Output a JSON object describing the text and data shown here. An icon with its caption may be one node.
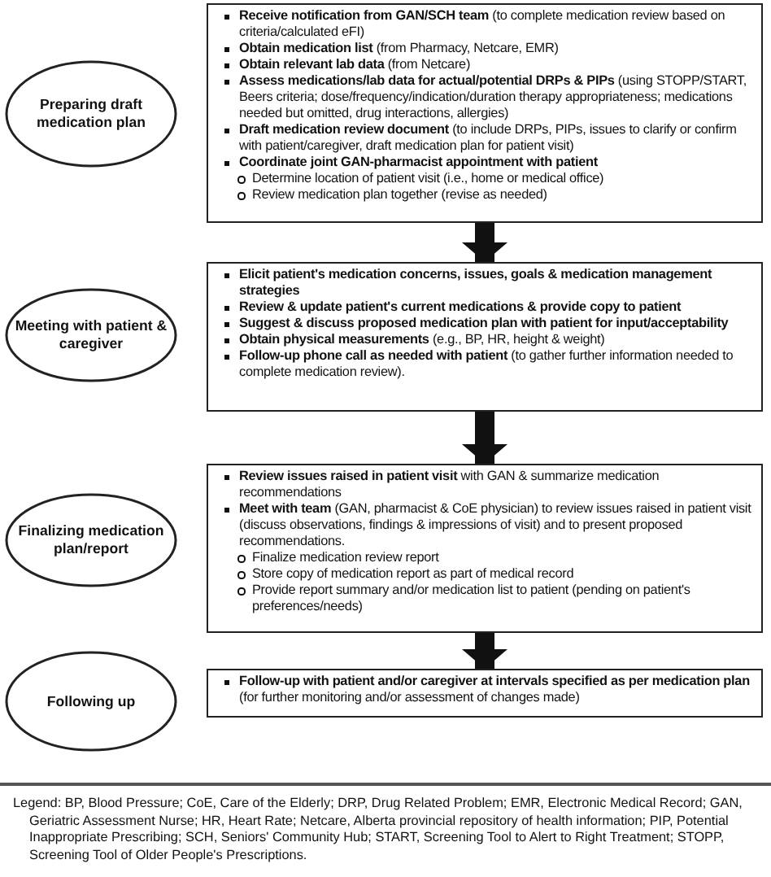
{
  "diagram": {
    "nodes": [
      {
        "text": [
          "Preparing draft medication plan"
        ]
      },
      {
        "text": [
          "**Receive notification from GAN/SCH team** (to complete medication review based on criteria/calculated eFI)",
          "**Obtain medication list** (from Pharmacy, Netcare, EMR)",
          "**Obtain relevant lab data** (from Netcare)",
          "**Assess medications/lab data for actual/potential DRPs & PIPs** (using STOPP/START, Beers criteria; dose/frequency/indication/duration therapy appropriateness; medications needed but omitted, drug interactions, allergies)",
          "**Draft medication review document** (to include DRPs, PIPs, issues to clarify or confirm with patient/caregiver, draft medication plan for patient visit)",
          "**Coordinate joint GAN-pharmacist appointment with patient**",
          "Determine location of patient visit (i.e., home or medical office)",
          "Review medication plan together (revise as needed)"
        ]
      },
      {
        "text": [
          "Meeting with patient & caregiver"
        ]
      },
      {
        "text": [
          "**Elicit patient's medication concerns, issues, goals & medication management strategies**",
          "**Review & update patient's current medications & provide copy to patient**",
          "**Suggest & discuss proposed medication plan with patient for input/acceptability**",
          "**Obtain physical measurements** (e.g., BP, HR, height & weight)",
          "**Follow-up phone call as needed with patient** (to gather further information needed to complete medication review)."
        ]
      },
      {
        "text": [
          "Finalizing medication plan/report"
        ]
      },
      {
        "text": [
          "**Review issues raised in patient visit** with GAN & summarize medication recommendations",
          "**Meet with team** (GAN, pharmacist & CoE physician) to review issues raised in patient visit (discuss observations, findings & impressions of visit) and to present proposed recommendations.",
          "Finalize medication review report",
          "Store copy of medication report as part of medical record",
          "Provide report summary and/or medication list to patient (pending on patient's preferences/needs)"
        ]
      },
      {
        "text": [
          "Following up"
        ]
      },
      {
        "text": [
          "**Follow-up with patient and/or caregiver at intervals specified as per medication plan** (for further monitoring and/or assessment of changes made)"
        ]
      }
    ],
    "edges": [
      {
        "from": 1,
        "to": 3,
        "arrow": "to"
      },
      {
        "from": 3,
        "to": 5,
        "arrow": "to"
      },
      {
        "from": 5,
        "to": 7,
        "arrow": "to"
      }
    ],
    "caption": "Legend: BP, Blood Pressure; CoE, Care of the Elderly; DRP, Drug Related Problem; EMR, Electronic Medical Record; GAN, Geriatric Assessment Nurse; HR, Heart Rate; Netcare, Alberta provincial repository of health information; PIP, Potential Inappropriate Prescribing; SCH, Seniors' Community Hub; START, Screening Tool to Alert to Right Treatment; STOPP, Screening Tool of Older People's Prescriptions."
  }
}
